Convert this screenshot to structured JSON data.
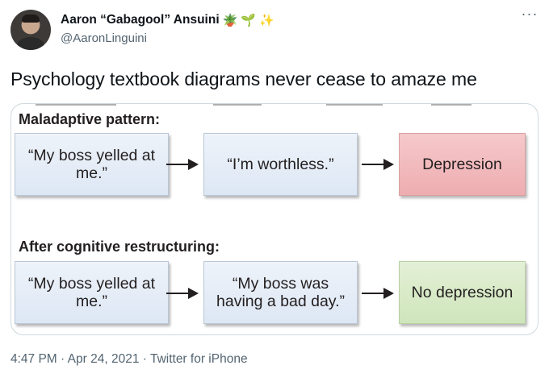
{
  "tweet": {
    "author": {
      "display_name": "Aaron “Gabagool” Ansuini",
      "emojis": [
        "🪴",
        "🌱",
        "✨"
      ],
      "handle": "@AaronLinguini"
    },
    "more_icon": "more-horizontal-icon",
    "text": "Psychology textbook diagrams never cease to amaze me",
    "footer": {
      "time": "4:47 PM",
      "separator": "·",
      "date": "Apr 24, 2021",
      "source": "Twitter for iPhone"
    }
  },
  "diagram": {
    "sections": [
      {
        "label": "Maladaptive pattern:",
        "steps": [
          {
            "text": "“My boss yelled at me.”",
            "color": "blue"
          },
          {
            "text": "“I’m worthless.”",
            "color": "blue"
          },
          {
            "text": "Depression",
            "color": "red"
          }
        ]
      },
      {
        "label": "After cognitive restructuring:",
        "steps": [
          {
            "text": "“My boss yelled at me.”",
            "color": "blue"
          },
          {
            "text": "“My boss was having a bad day.”",
            "color": "blue"
          },
          {
            "text": "No depression",
            "color": "green"
          }
        ]
      }
    ]
  }
}
